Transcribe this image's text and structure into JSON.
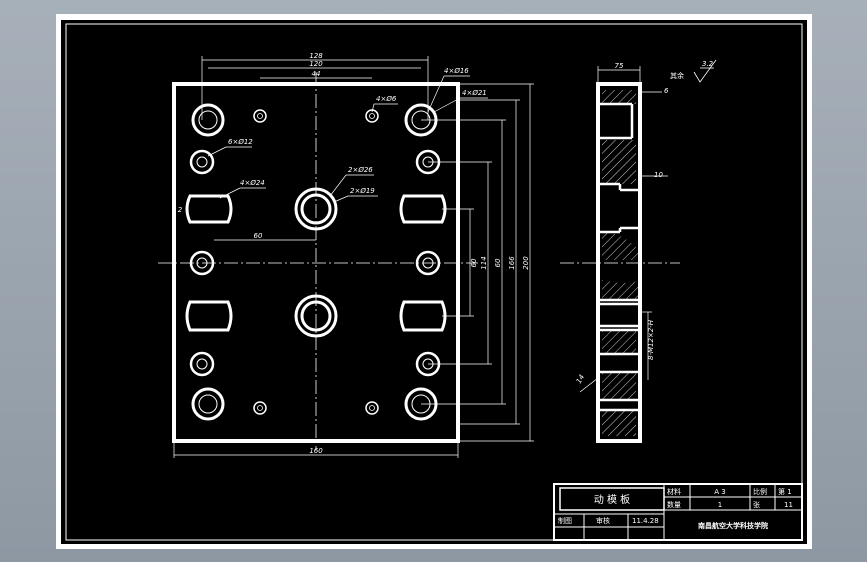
{
  "drawing": {
    "dimensions": {
      "top_128": "128",
      "top_120": "120",
      "top_44": "44",
      "total_width": "160",
      "v_60": "60",
      "v_114": "114",
      "v_60b": "60",
      "v_166": "166",
      "v_200": "200",
      "h_60": "60",
      "left_small": "2",
      "side_top": "75",
      "side_6": "6",
      "side_10": "10",
      "side_14": "14"
    },
    "callouts": {
      "holes_4x16": "4×Ø16",
      "holes_4x6": "4×Ø6",
      "holes_4x21": "4×Ø21",
      "holes_6x12": "6×Ø12",
      "holes_2x26": "2×Ø26",
      "holes_4x24": "4×Ø24",
      "holes_2x19": "2×Ø19",
      "thread": "8-M12×2-H"
    },
    "surface_note": "其余",
    "roughness": "3.2"
  },
  "title_block": {
    "part_name": "动 模 板",
    "material": "材料",
    "scale_label": "比例",
    "scale_value": "A 3",
    "sheet_label": "第 1",
    "count_label": "数量",
    "count_value": "1",
    "total_label": "张",
    "total_value": "11",
    "drawn_label": "制图",
    "checked_label": "审核",
    "date": "11.4.28",
    "school": "南昌航空大学科技学院"
  }
}
